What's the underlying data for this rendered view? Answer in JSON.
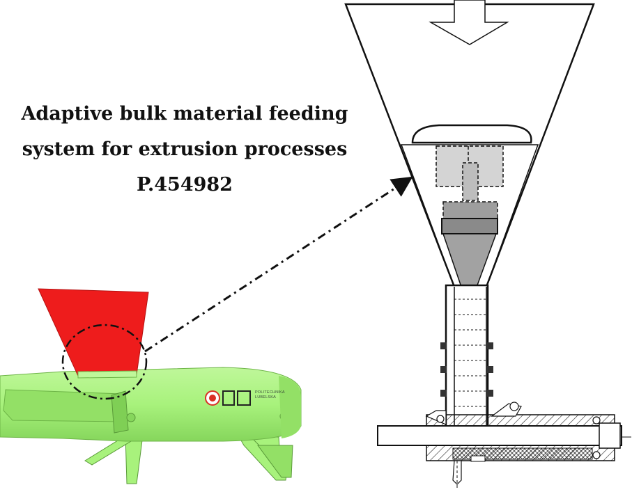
{
  "title": {
    "line1": "Adaptive bulk material feeding",
    "line2": "system for extrusion processes",
    "line3": "P.454982"
  },
  "logo": {
    "org_line1": "POLITECHNIKA",
    "org_line2": "LUBELSKA"
  },
  "colors": {
    "hopper_3d": "#ee1c1c",
    "body_3d": "#a8f27c",
    "body_3d_shade": "#7fcf55",
    "inner_gray_light": "#d4d4d4",
    "inner_gray_mid": "#a2a2a2",
    "inner_gray_dark": "#8a8a8a",
    "line": "#111111",
    "logo_red": "#d93025"
  }
}
